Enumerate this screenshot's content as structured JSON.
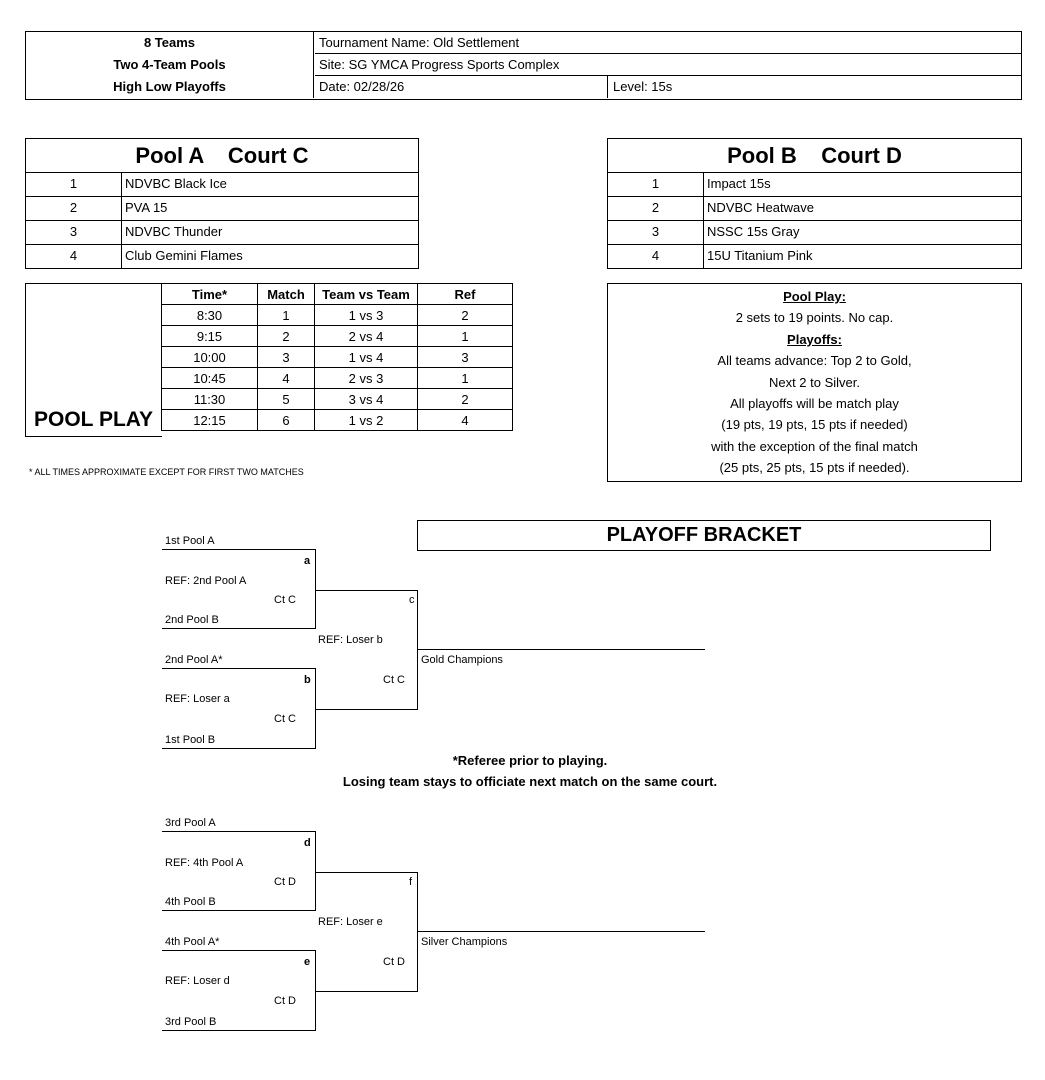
{
  "header": {
    "left": [
      "8 Teams",
      "Two 4-Team Pools",
      "High Low Playoffs"
    ],
    "tournament": "Tournament Name: Old Settlement",
    "site": "Site: SG YMCA Progress Sports Complex",
    "date": "Date: 02/28/26",
    "level": "Level: 15s"
  },
  "poolA": {
    "title": "Pool A    Court C",
    "teams": [
      {
        "num": "1",
        "name": "NDVBC Black Ice"
      },
      {
        "num": "2",
        "name": "PVA 15"
      },
      {
        "num": "3",
        "name": "NDVBC Thunder"
      },
      {
        "num": "4",
        "name": "Club Gemini Flames"
      }
    ]
  },
  "poolB": {
    "title": "Pool B    Court D",
    "teams": [
      {
        "num": "1",
        "name": "Impact 15s"
      },
      {
        "num": "2",
        "name": "NDVBC Heatwave"
      },
      {
        "num": "3",
        "name": "NSSC 15s Gray"
      },
      {
        "num": "4",
        "name": "15U Titanium Pink"
      }
    ]
  },
  "schedule": {
    "label": "POOL PLAY",
    "headers": [
      "Time*",
      "Match",
      "Team vs Team",
      "Ref"
    ],
    "rows": [
      [
        "8:30",
        "1",
        "1 vs 3",
        "2"
      ],
      [
        "9:15",
        "2",
        "2 vs 4",
        "1"
      ],
      [
        "10:00",
        "3",
        "1 vs 4",
        "3"
      ],
      [
        "10:45",
        "4",
        "2 vs 3",
        "1"
      ],
      [
        "11:30",
        "5",
        "3 vs 4",
        "2"
      ],
      [
        "12:15",
        "6",
        "1 vs 2",
        "4"
      ]
    ],
    "footnote": "* ALL TIMES APPROXIMATE EXCEPT FOR FIRST TWO MATCHES"
  },
  "rules": {
    "pool_play_heading": "Pool Play:",
    "pool_play_text": "2 sets to 19 points. No cap.",
    "playoffs_heading": "Playoffs:",
    "lines": [
      "All teams advance: Top 2 to Gold,",
      "Next 2 to Silver.",
      "All playoffs will be match play",
      "(19 pts, 19 pts, 15 pts if needed)",
      "with the exception of the final match",
      "(25 pts, 25 pts, 15 pts if needed)."
    ]
  },
  "bracket": {
    "title": "PLAYOFF BRACKET",
    "note1": "*Referee prior to playing.",
    "note2": "Losing team stays to officiate next match on the same court.",
    "gold": {
      "seed1": "1st Pool A",
      "match_a": "a",
      "ref_a": "REF: 2nd Pool A",
      "court_a": "Ct C",
      "seed2": "2nd Pool B",
      "match_c": "c",
      "ref_c": "REF: Loser b",
      "court_c": "Ct C",
      "champions": "Gold Champions",
      "seed3": "2nd Pool A*",
      "match_b": "b",
      "ref_b": "REF: Loser a",
      "court_b": "Ct C",
      "seed4": "1st Pool B"
    },
    "silver": {
      "seed1": "3rd Pool A",
      "match_a": "d",
      "ref_a": "REF: 4th Pool A",
      "court_a": "Ct D",
      "seed2": "4th Pool B",
      "match_c": "f",
      "ref_c": "REF: Loser e",
      "court_c": "Ct D",
      "champions": "Silver Champions",
      "seed3": "4th Pool A*",
      "match_b": "e",
      "ref_b": "REF: Loser d",
      "court_b": "Ct D",
      "seed4": "3rd Pool B"
    }
  }
}
